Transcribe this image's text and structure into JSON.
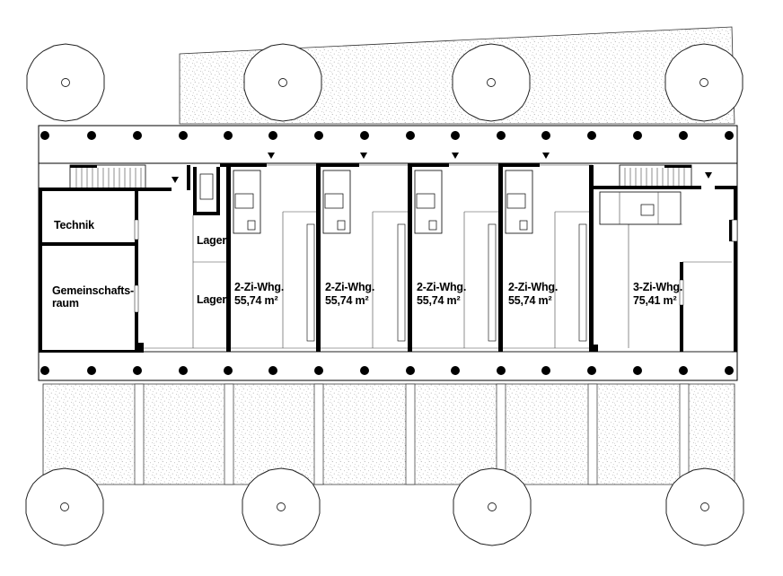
{
  "rooms": {
    "technik": "Technik",
    "gemeinschaft_line1": "Gemeinschafts-",
    "gemeinschaft_line2": "raum",
    "lager1": "Lager",
    "lager2": "Lager"
  },
  "units": [
    {
      "type": "2-Zi-Whg.",
      "area": "55,74 m²"
    },
    {
      "type": "2-Zi-Whg.",
      "area": "55,74 m²"
    },
    {
      "type": "2-Zi-Whg.",
      "area": "55,74 m²"
    },
    {
      "type": "2-Zi-Whg.",
      "area": "55,74 m²"
    },
    {
      "type": "3-Zi-Whg.",
      "area": "75,41 m²"
    }
  ],
  "colors": {
    "ink": "#000000",
    "paper": "#ffffff",
    "speckle": "#8a8a8a"
  }
}
